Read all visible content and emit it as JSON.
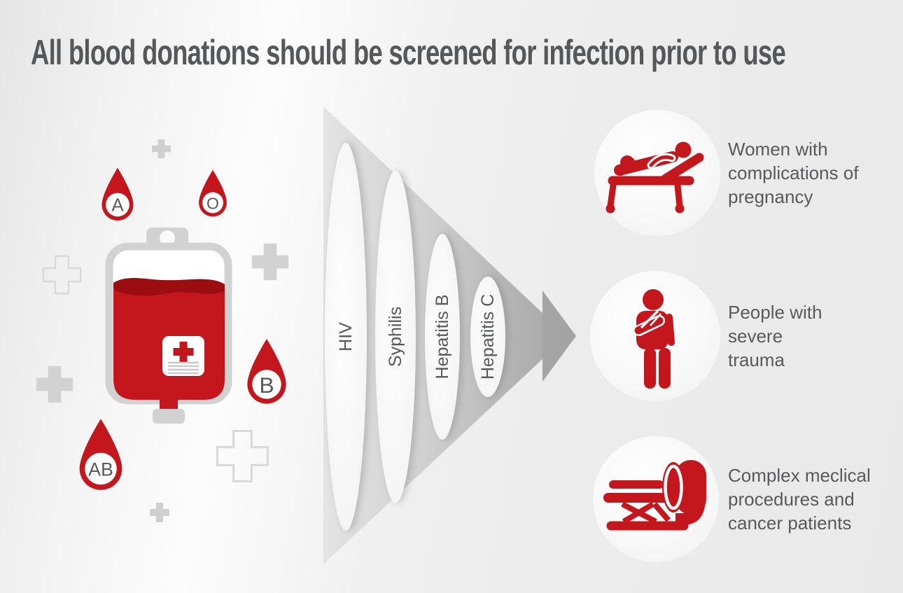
{
  "title": "All blood donations should be screened for infection prior to use",
  "blood_types": [
    {
      "label": "A"
    },
    {
      "label": "O"
    },
    {
      "label": "B"
    },
    {
      "label": "AB"
    }
  ],
  "funnel_stages": [
    {
      "label": "HIV"
    },
    {
      "label": "Syphilis"
    },
    {
      "label": "Hepatitis B"
    },
    {
      "label": "Hepatitis C"
    }
  ],
  "recipients": [
    {
      "icon": "pregnancy-patient-icon",
      "line1": "Women with",
      "line2": "complications of",
      "line3": "pregnancy"
    },
    {
      "icon": "arm-sling-patient-icon",
      "line1": "People with",
      "line2": "severe",
      "line3": "trauma"
    },
    {
      "icon": "mri-scanner-icon",
      "line1": "Complex meclical",
      "line2": "procedures and",
      "line3": "cancer patients"
    }
  ],
  "colors": {
    "red": "#c4161d",
    "dark_red": "#9c0d12",
    "text_gray": "#58595b",
    "shape_gray": "#d2d2d2",
    "cone_dark": "#a4a4a4"
  }
}
